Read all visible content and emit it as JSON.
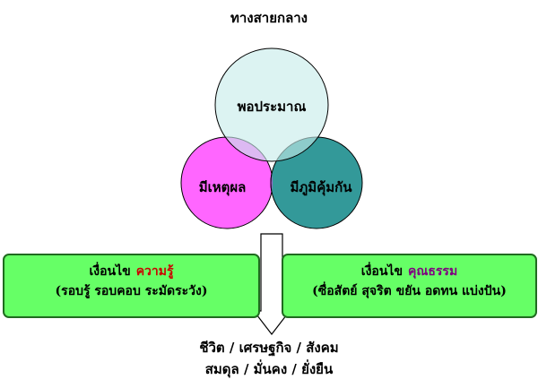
{
  "title": "ทางสายกลาง",
  "circles": {
    "top": {
      "label": "พอประมาณ",
      "fill": "#c7ecea"
    },
    "left": {
      "label": "มีเหตุผล",
      "fill": "#ff66ff"
    },
    "right": {
      "label": "มีภูมิคุ้มกัน",
      "fill": "#339999"
    },
    "overlap_fill": "#9966cc"
  },
  "left_box": {
    "prefix": "เงื่อนไข",
    "accent": "ความรู้",
    "accent_color": "#cc0000",
    "detail": "(รอบรู้ รอบคอบ ระมัดระวัง)",
    "fill": "#66ff66"
  },
  "right_box": {
    "prefix": "เงื่อนไข",
    "accent": "คุณธรรม",
    "accent_color": "#800080",
    "detail": "(ซื่อสัตย์ สุจริต ขยัน อดทน แบ่งปัน)",
    "fill": "#66ff66"
  },
  "outcome": {
    "line1": "ชีวิต / เศรษฐกิจ / สังคม",
    "line2": "สมดุล / มั่นคง / ยั่งยืน"
  }
}
